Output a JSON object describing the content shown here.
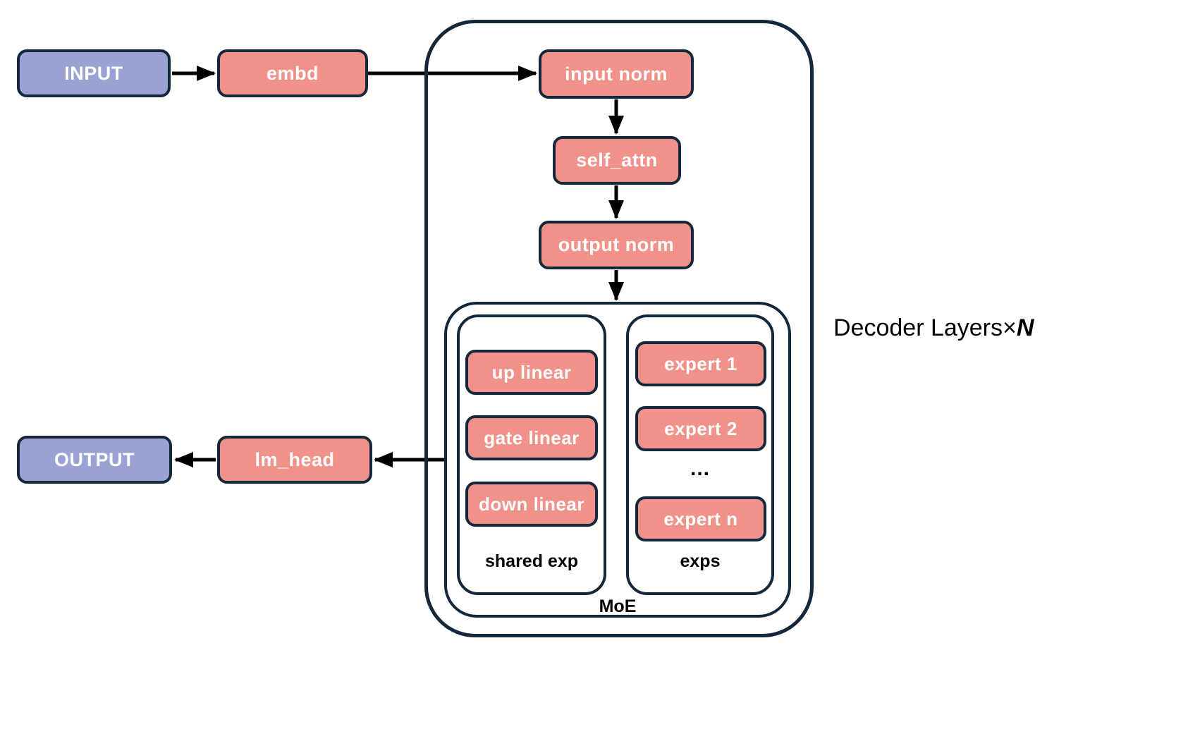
{
  "nodes": {
    "input": {
      "label": "INPUT"
    },
    "embd": {
      "label": "embd"
    },
    "input_norm": {
      "label": "input norm"
    },
    "self_attn": {
      "label": "self_attn"
    },
    "output_norm": {
      "label": "output norm"
    },
    "up_linear": {
      "label": "up linear"
    },
    "gate_linear": {
      "label": "gate linear"
    },
    "down_linear": {
      "label": "down linear"
    },
    "expert_1": {
      "label": "expert 1"
    },
    "expert_2": {
      "label": "expert 2"
    },
    "expert_ellipsis": {
      "label": "..."
    },
    "expert_n": {
      "label": "expert n"
    },
    "lm_head": {
      "label": "lm_head"
    },
    "output": {
      "label": "OUTPUT"
    }
  },
  "groups": {
    "shared_exp": {
      "label": "shared exp"
    },
    "exps": {
      "label": "exps"
    },
    "moe": {
      "label": "MoE"
    },
    "decoder": {
      "label": "Decoder Layers×",
      "repeat_symbol": "N"
    }
  },
  "colors": {
    "node_purple": "#99A2D2",
    "node_salmon": "#F0928A",
    "outline_navy": "#14283C",
    "arrow_black": "#000000",
    "background": "#FFFFFF"
  }
}
